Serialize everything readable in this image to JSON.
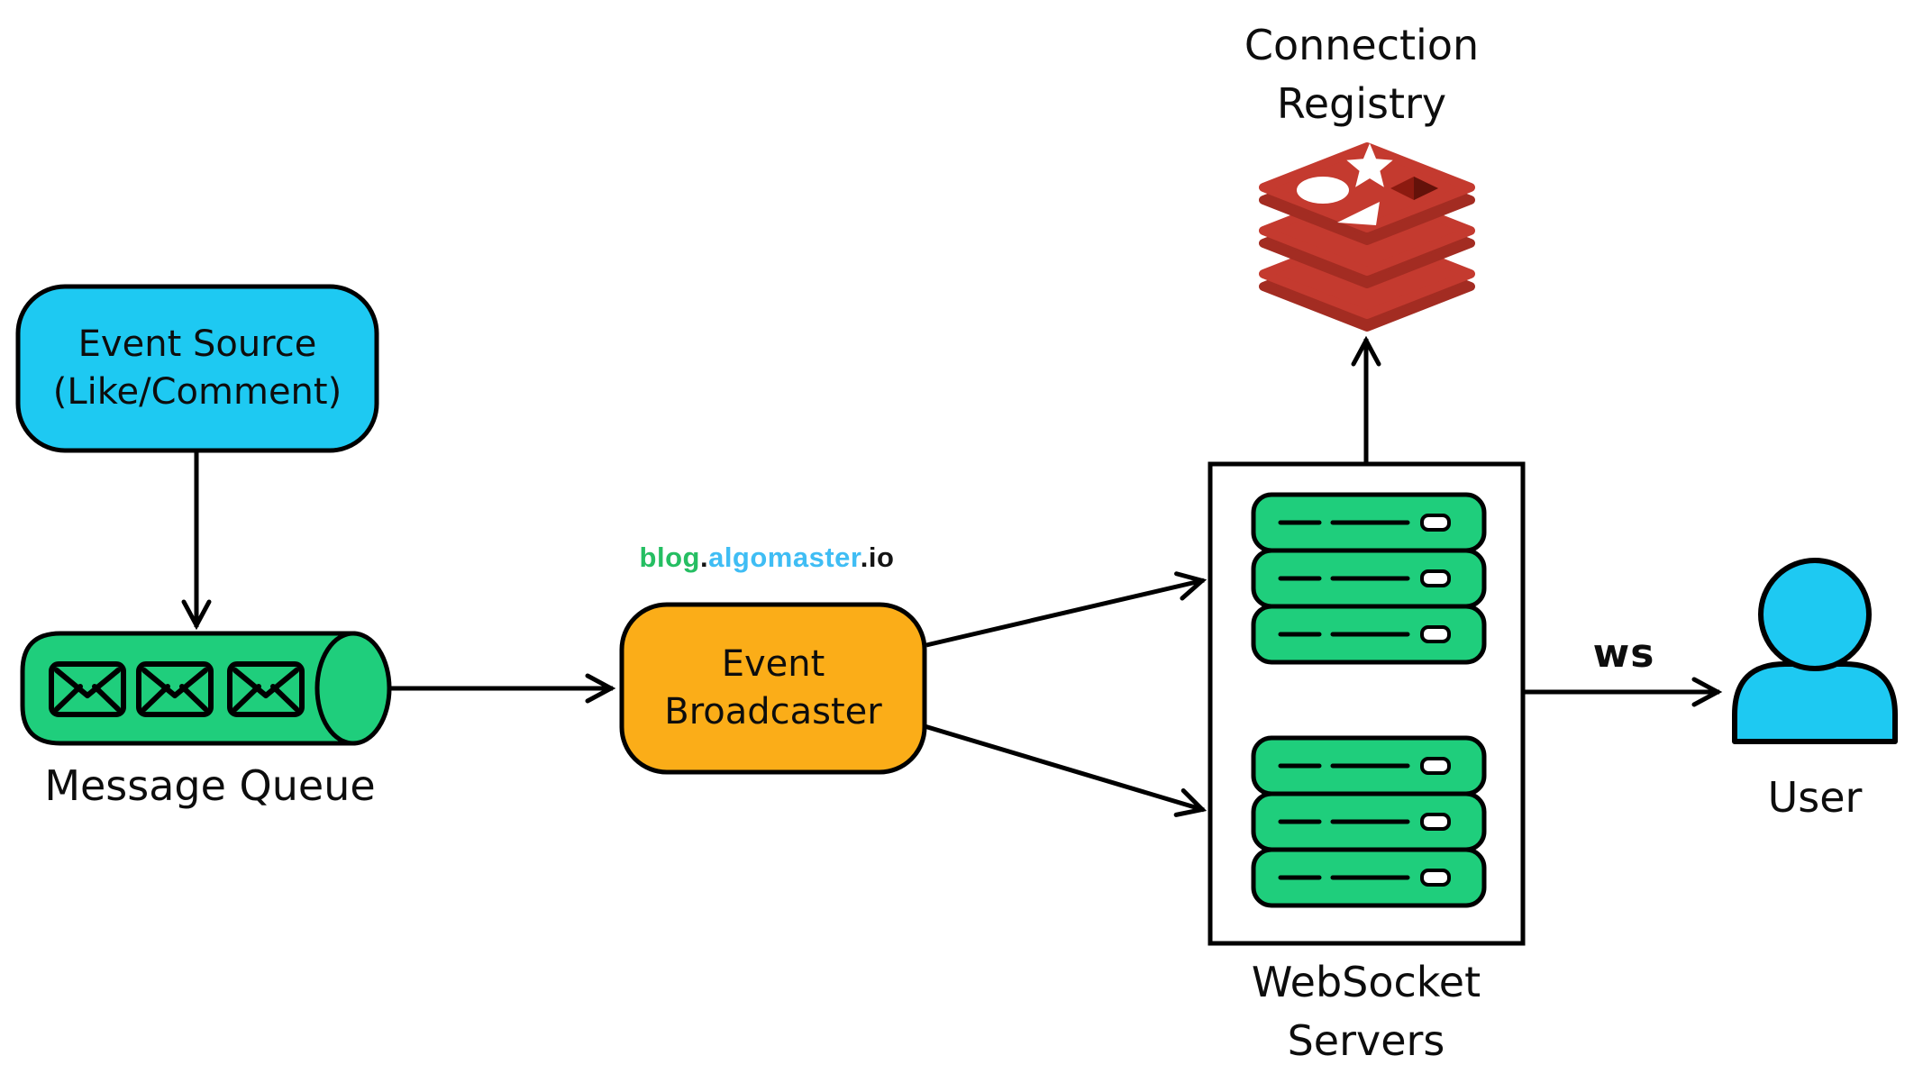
{
  "watermark": {
    "part1": "blog",
    "dot1": ".",
    "part2": "algomaster",
    "dot2": ".",
    "part3": "io"
  },
  "nodes": {
    "event_source": {
      "line1": "Event Source",
      "line2": "(Like/Comment)"
    },
    "message_queue": {
      "label": "Message Queue"
    },
    "event_broadcaster": {
      "line1": "Event",
      "line2": "Broadcaster"
    },
    "connection_registry": {
      "line1": "Connection",
      "line2": "Registry"
    },
    "websocket_servers": {
      "line1": "WebSocket",
      "line2": "Servers"
    },
    "user": {
      "label": "User"
    }
  },
  "edges": {
    "websocket_to_user_label": "ws"
  },
  "icons": {
    "message_queue": "envelope-icon",
    "connection_registry": "redis-database-icon",
    "websocket_servers": "server-rack-icon",
    "user": "person-icon"
  },
  "colors": {
    "node_cyan": "#1EC9F2",
    "node_green": "#1FCE7C",
    "node_orange": "#FBAD18",
    "redis_red": "#C43A2F",
    "redis_dark_red": "#A32C22",
    "redis_hole": "#8C1A10",
    "stroke_black": "#000000",
    "watermark_green": "#25BE62",
    "watermark_blue": "#3FBDF4"
  }
}
